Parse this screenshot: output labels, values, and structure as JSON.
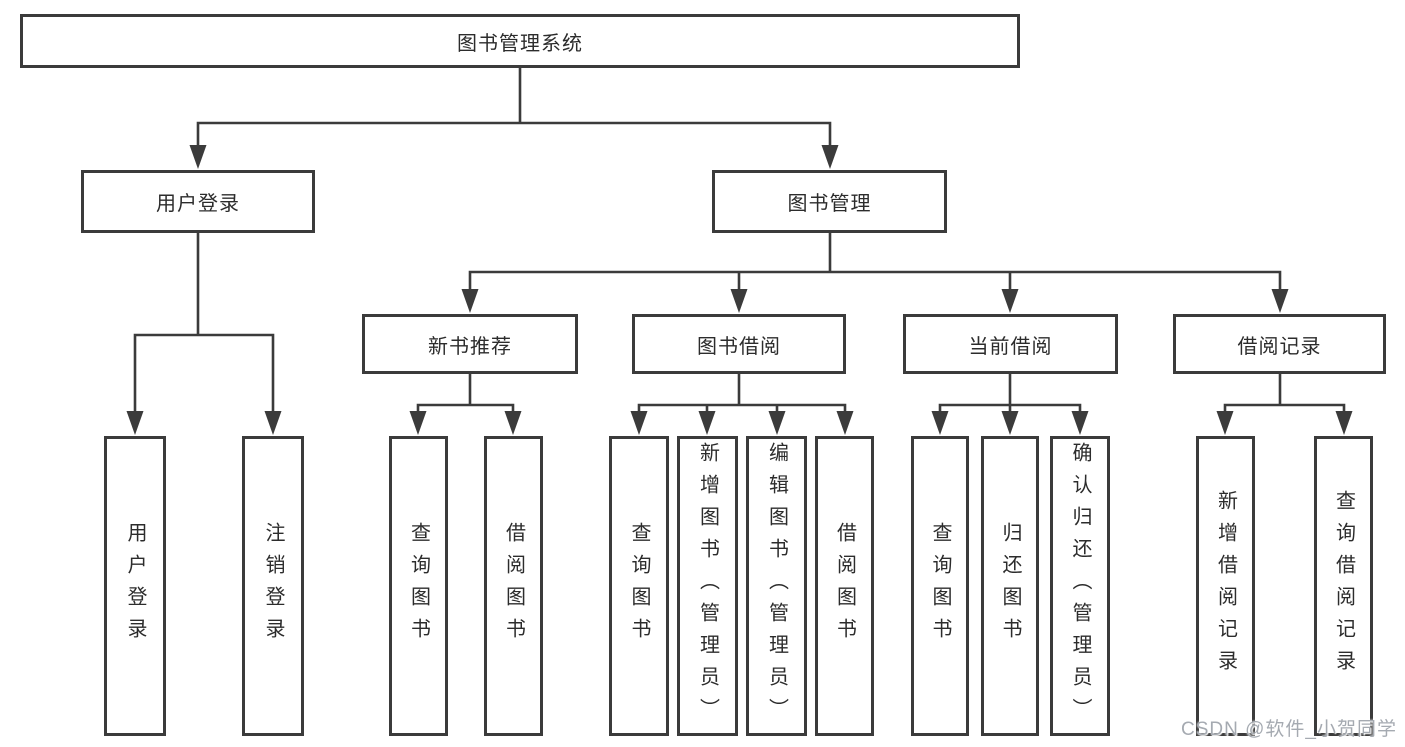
{
  "tree": {
    "root": "图书管理系统",
    "branches": [
      {
        "label": "用户登录",
        "children": [
          "用户登录",
          "注销登录"
        ]
      },
      {
        "label": "图书管理",
        "children": [
          {
            "label": "新书推荐",
            "children": [
              "查询图书",
              "借阅图书"
            ]
          },
          {
            "label": "图书借阅",
            "children": [
              "查询图书",
              "新增图书（管理员）",
              "编辑图书（管理员）",
              "借阅图书"
            ]
          },
          {
            "label": "当前借阅",
            "children": [
              "查询图书",
              "归还图书",
              "确认归还（管理员）"
            ]
          },
          {
            "label": "借阅记录",
            "children": [
              "新增借阅记录",
              "查询借阅记录"
            ]
          }
        ]
      }
    ]
  },
  "watermark": "CSDN @软件_小贺同学",
  "colors": {
    "line": "#3b3b3b",
    "text": "#2c2c2c",
    "background": "#ffffff",
    "watermark": "#a5aab1"
  }
}
